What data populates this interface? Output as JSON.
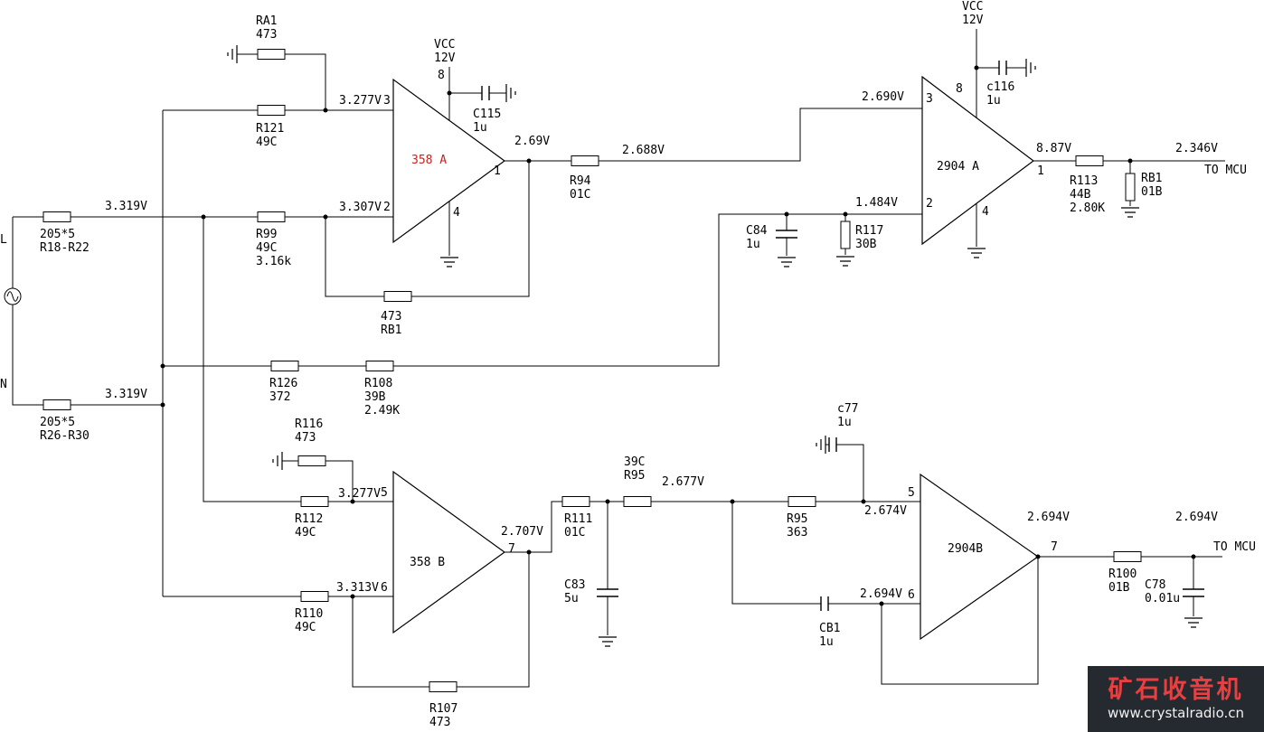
{
  "colors": {
    "opamp_red": "#cc2020",
    "line": "#000000",
    "watermark_bg": "#252a31",
    "watermark_red": "#e84040",
    "watermark_url_color": "#f0f0f0"
  },
  "watermark": {
    "title": "矿石收音机",
    "url": "www.crystalradio.cn"
  },
  "labels": {
    "ra1": "RA1\n473",
    "vcc_358a": "VCC\n12V",
    "pin8_358a": "8",
    "c115": "C115\n1u",
    "v_3277_a": "3.277V",
    "pin3_358a": "3",
    "r121": "R121\n49C",
    "opamp_358a": "358 A",
    "pin1_358a": "1",
    "v_269": "2.69V",
    "r94": "R94\n01C",
    "v_2688": "2.688V",
    "v_3307": "3.307V",
    "pin2_358a": "2",
    "r99": "R99\n49C\n3.16k",
    "pin4_358a": "4",
    "rb1_473": "473\nRB1",
    "l_terminal": "L",
    "v_3319_l": "3.319V",
    "r18_22": "205*5\nR18-R22",
    "n_terminal": "N",
    "v_3319_n": "3.319V",
    "r26_30": "205*5\nR26-R30",
    "r126": "R126\n372",
    "r108": "R108\n39B\n2.49K",
    "r116": "R116\n473",
    "r112": "R112\n49C",
    "v_3277_b": "3.277V",
    "pin5_358b": "5",
    "opamp_358b": "358 B",
    "v_2707": "2.707V",
    "pin7_358b": "7",
    "v_3313": "3.313V",
    "pin6_358b": "6",
    "r110": "R110\n49C",
    "r107": "R107\n473",
    "r111": "R111\n01C",
    "c83": "C83\n5u",
    "r95_39c": "39C\nR95",
    "v_2677": "2.677V",
    "c77": "c77\n1u",
    "r95_363": "R95\n363",
    "v_2674": "2.674V",
    "pin5_2904b": "5",
    "opamp_2904b": "2904B",
    "v_2694_out": "2.694V",
    "pin7_2904b": "7",
    "v_2694_in": "2.694V",
    "pin6_2904b": "6",
    "cb1": "CB1\n1u",
    "r100": "R100\n01B",
    "c78": "C78\n0.01u",
    "v_2694_end": "2.694V",
    "to_mcu_b": "TO MCU",
    "vcc_2904a": "VCC\n12V",
    "pin8_2904a": "8",
    "c116": "c116\n1u",
    "v_2690": "2.690V",
    "pin3_2904a": "3",
    "opamp_2904a": "2904 A",
    "v_1484": "1.484V",
    "pin2_2904a": "2",
    "c84": "C84\n1u",
    "r117": "R117\n30B",
    "pin4_2904a": "4",
    "pin1_2904a": "1",
    "v_887": "8.87V",
    "r113": "R113\n44B\n2.80K",
    "rb1_01b": "RB1\n01B",
    "v_2346": "2.346V",
    "to_mcu_a": "TO MCU"
  }
}
